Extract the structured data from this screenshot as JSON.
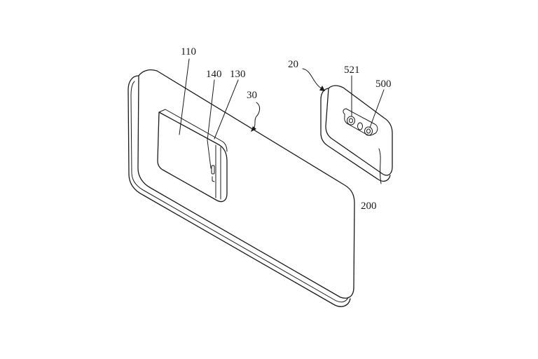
{
  "labels": {
    "housing_main": "110",
    "lens_slot": "140",
    "camera_seat": "130",
    "rear_cover": "30",
    "camera_module": "20",
    "lens_window": "521",
    "light_element": "500",
    "module_body": "200"
  },
  "colors": {
    "line": "#1a1a1a",
    "background": "#ffffff"
  }
}
